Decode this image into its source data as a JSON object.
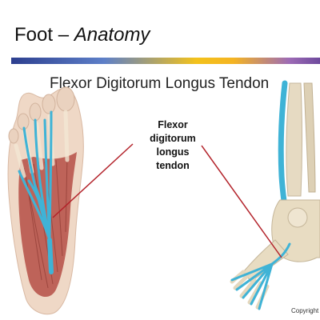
{
  "slide": {
    "title_main": "Foot – ",
    "title_italic": "Anatomy",
    "subtitle": "Flexor Digitorum Longus Tendon",
    "label_lines": [
      "Flexor",
      "digitorum",
      "longus",
      "tendon"
    ],
    "copyright": "Copyright"
  },
  "colors": {
    "tendon": "#3fb3d6",
    "muscle": "#b7483f",
    "bone": "#e8dcc2",
    "pointer": "#b3222a"
  }
}
